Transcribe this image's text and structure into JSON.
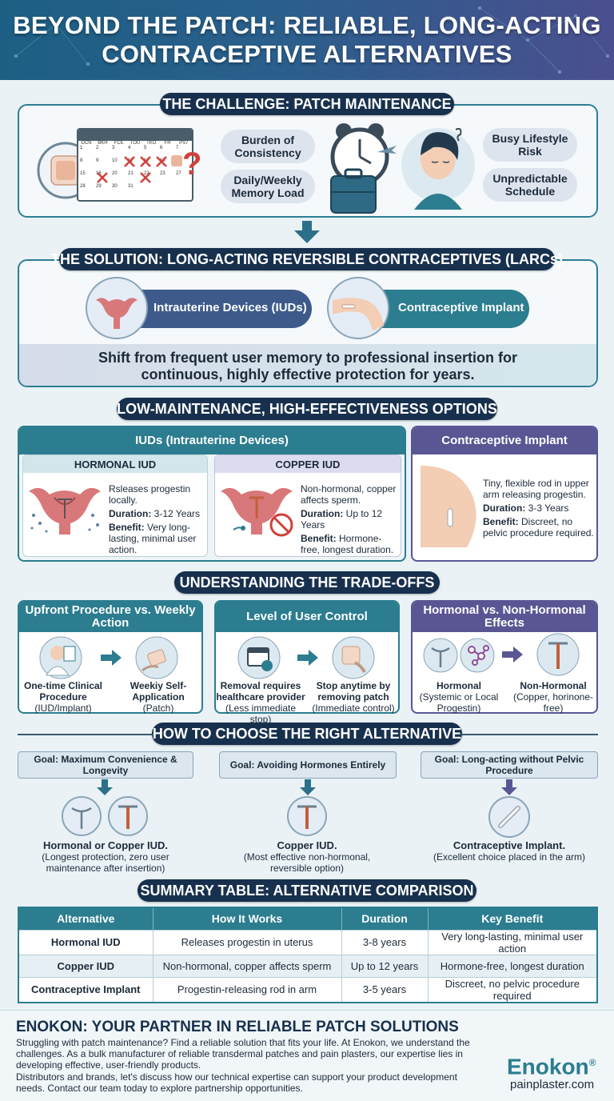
{
  "header": {
    "title_line1": "BEYOND THE PATCH: RELIABLE, LONG-ACTING",
    "title_line2": "CONTRACEPTIVE ALTERNATIVES"
  },
  "challenge": {
    "title": "THE CHALLENGE: PATCH MAINTENANCE",
    "calendar_days": [
      "DCN",
      "BKH",
      "FCE",
      "TOU",
      "TKO",
      "FR",
      "PS7"
    ],
    "calendar_dates": [
      "1",
      "2",
      "3",
      "4",
      "5",
      "6",
      "7",
      "8",
      "9",
      "10",
      "11",
      "12",
      "13",
      "14",
      "15",
      "16",
      "20",
      "21",
      "22",
      "23",
      "27",
      "28",
      "29",
      "30",
      "31"
    ],
    "left_caps": [
      "Burden of Consistency",
      "Daily/Weekly Memory Load"
    ],
    "right_caps": [
      "Busy Lifestyle Risk",
      "Unpredictable Schedule"
    ]
  },
  "solution": {
    "title": "THE SOLUTION: LONG-ACTING REVERSIBLE CONTRACEPTIVES (LARCs)",
    "option1": "Intrauterine Devices (IUDs)",
    "option2": "Contraceptive Implant",
    "statement_line1": "Shift from frequent user memory to professional insertion for",
    "statement_line2": "continuous, highly effective protection for years."
  },
  "options": {
    "title": "LOW-MAINTENANCE, HIGH-EFFECTIVENESS OPTIONS",
    "iud_header": "IUDs (Intrauterine Devices)",
    "hormonal": {
      "title": "HORMONAL IUD",
      "desc": "Rsleases progestin locally.",
      "duration_label": "Duration:",
      "duration": "3-12 Years",
      "benefit_label": "Benefit:",
      "benefit": "Very long-lasting, minimal user action."
    },
    "copper": {
      "title": "COPPER IUD",
      "desc": "Non-hormonal, copper affects sperm.",
      "duration_label": "Duration:",
      "duration": "Up to 12 Years",
      "benefit_label": "Benefit:",
      "benefit": "Hormone-free, longest duration."
    },
    "implant": {
      "title": "Contraceptive Implant",
      "desc": "Tiny, flexible rod in upper arm releasing progestin.",
      "duration_label": "Duration:",
      "duration": "3-3 Years",
      "benefit_label": "Benefit:",
      "benefit": "Discreet, no pelvic procedure required."
    }
  },
  "tradeoffs": {
    "title": "UNDERSTANDING THE TRADE-OFFS",
    "card1": {
      "title": "Upfront Procedure vs. Weekly Action",
      "left_bold": "One-time Clinical Procedure",
      "left_sub": "(IUD/Implant)",
      "right_bold": "Weekiy Self-Application",
      "right_sub": "(Patch)"
    },
    "card2": {
      "title": "Level of User Control",
      "left_bold": "Removal requires healthcare provider",
      "left_sub": "(Less immediate stop)",
      "right_bold": "Stop anytime by removing patch",
      "right_sub": "(Immediate control)"
    },
    "card3": {
      "title": "Hormonal vs. Non-Hormonal Effects",
      "left_bold": "Hormonal",
      "left_sub": "(Systemic or Local Progestin)",
      "right_bold": "Non-Hormonal",
      "right_sub": "(Copper, horinone-free)"
    }
  },
  "choose": {
    "title": "HOW TO CHOOSE THE RIGHT ALTERNATIVE",
    "goal1": "Goal: Maximum Convenience & Longevity",
    "goal2": "Goal: Avoiding Hormones Entirely",
    "goal3": "Goal: Long-acting without Pelvic Procedure",
    "result1_bold": "Hormonal or Copper IUD.",
    "result1_sub": "(Longest protection, zero user maintenance after insertion)",
    "result2_bold": "Copper IUD.",
    "result2_sub": "(Most effective non-hormonal, reversible option)",
    "result3_bold": "Contraceptive Implant.",
    "result3_sub": "(Excellent choice placed in the arm)"
  },
  "summary": {
    "title": "SUMMARY TABLE: ALTERNATIVE COMPARISON",
    "headers": [
      "Alternative",
      "How It Works",
      "Duration",
      "Key Benefit"
    ],
    "rows": [
      [
        "Hormonal IUD",
        "Releases progestin in uterus",
        "3-8 years",
        "Very long-lasting, minimal user action"
      ],
      [
        "Copper IUD",
        "Non-hormonal, copper affects sperm",
        "Up to 12 years",
        "Hormone-free, longest duration"
      ],
      [
        "Contraceptive Implant",
        "Progestin-releasing rod in arm",
        "3-5 years",
        "Discreet, no pelvic procedure required"
      ]
    ]
  },
  "footer": {
    "title": "ENOKON: YOUR PARTNER IN RELIABLE PATCH SOLUTIONS",
    "p1": "Struggling with patch maintenance? Find a reliable solution that fits your life. At Enokon, we understand the challenges. As a bulk manufacturer of reliable transdermal patches and pain plasters, our expertise lies in developing effective, user-friendly products.",
    "p2": "Distributors and brands, let's discuss how our technical expertise can support your product development needs. Contact our team today to explore partnership opportunities.",
    "brand": "Enokon",
    "registered": "®",
    "website": "painplaster.com"
  },
  "colors": {
    "teal": "#2b7d8f",
    "navy": "#17304d",
    "purple": "#5a5694",
    "copper": "#c1603a",
    "uterus": "#d9787a"
  }
}
